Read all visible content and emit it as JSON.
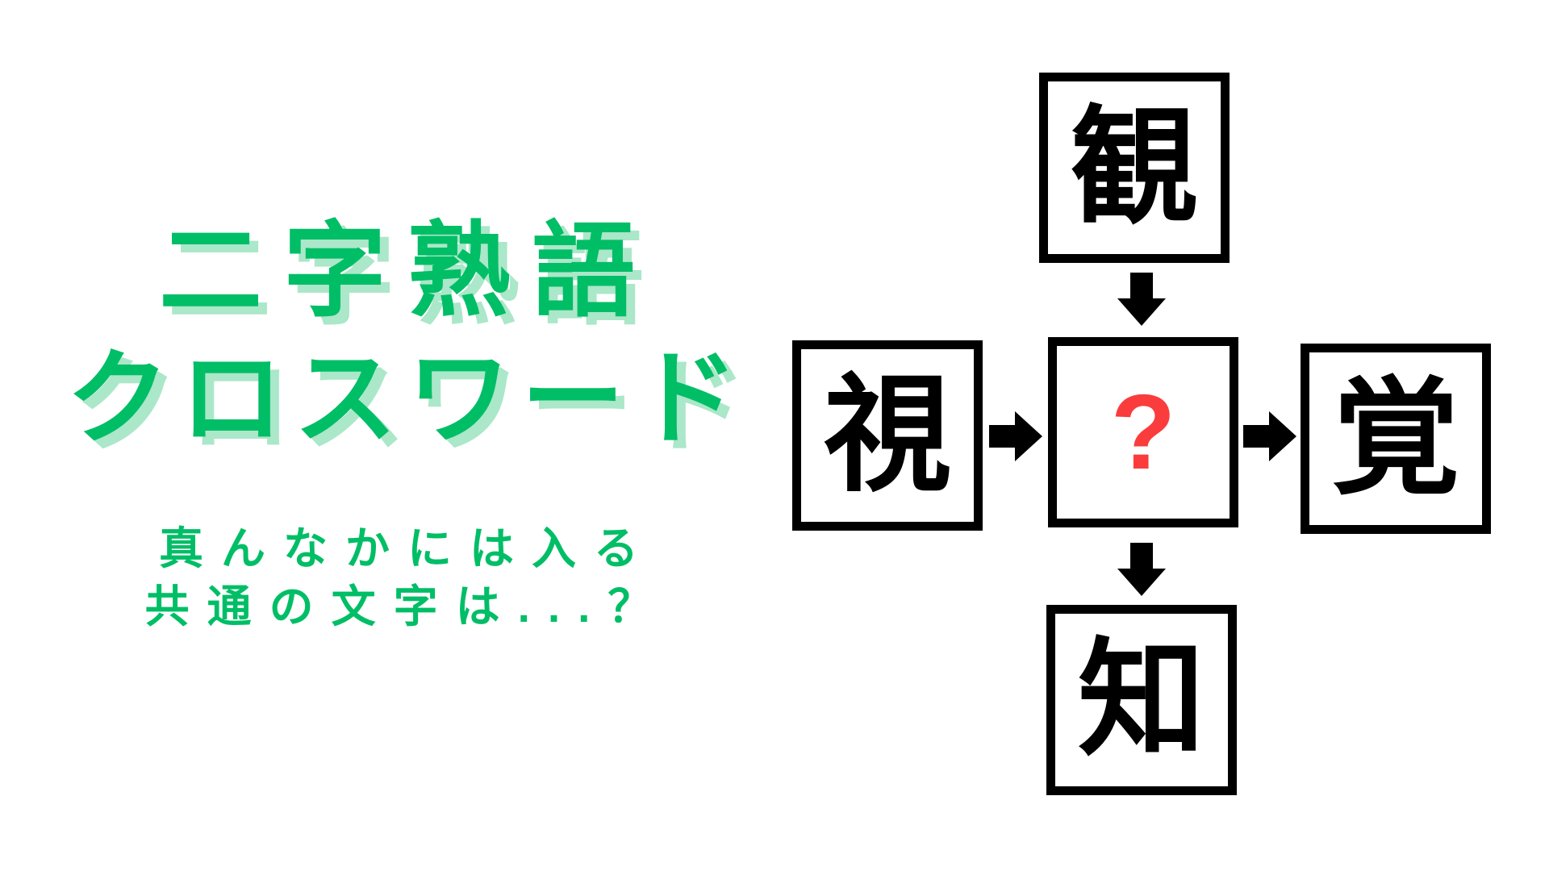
{
  "colors": {
    "background": "#FFFFFF",
    "green": "#00BE66",
    "green_shadow": "#ABE7C9",
    "red": "#FA3C3C",
    "ink": "#000000"
  },
  "title": {
    "line1": "二字熟語",
    "line2": "クロスワード"
  },
  "subtitle": {
    "line1": "真んなかには入る",
    "line2": "共通の文字は...？"
  },
  "puzzle": {
    "cells": {
      "top": "観",
      "left": "視",
      "center": "?",
      "right": "覚",
      "bottom": "知"
    }
  }
}
